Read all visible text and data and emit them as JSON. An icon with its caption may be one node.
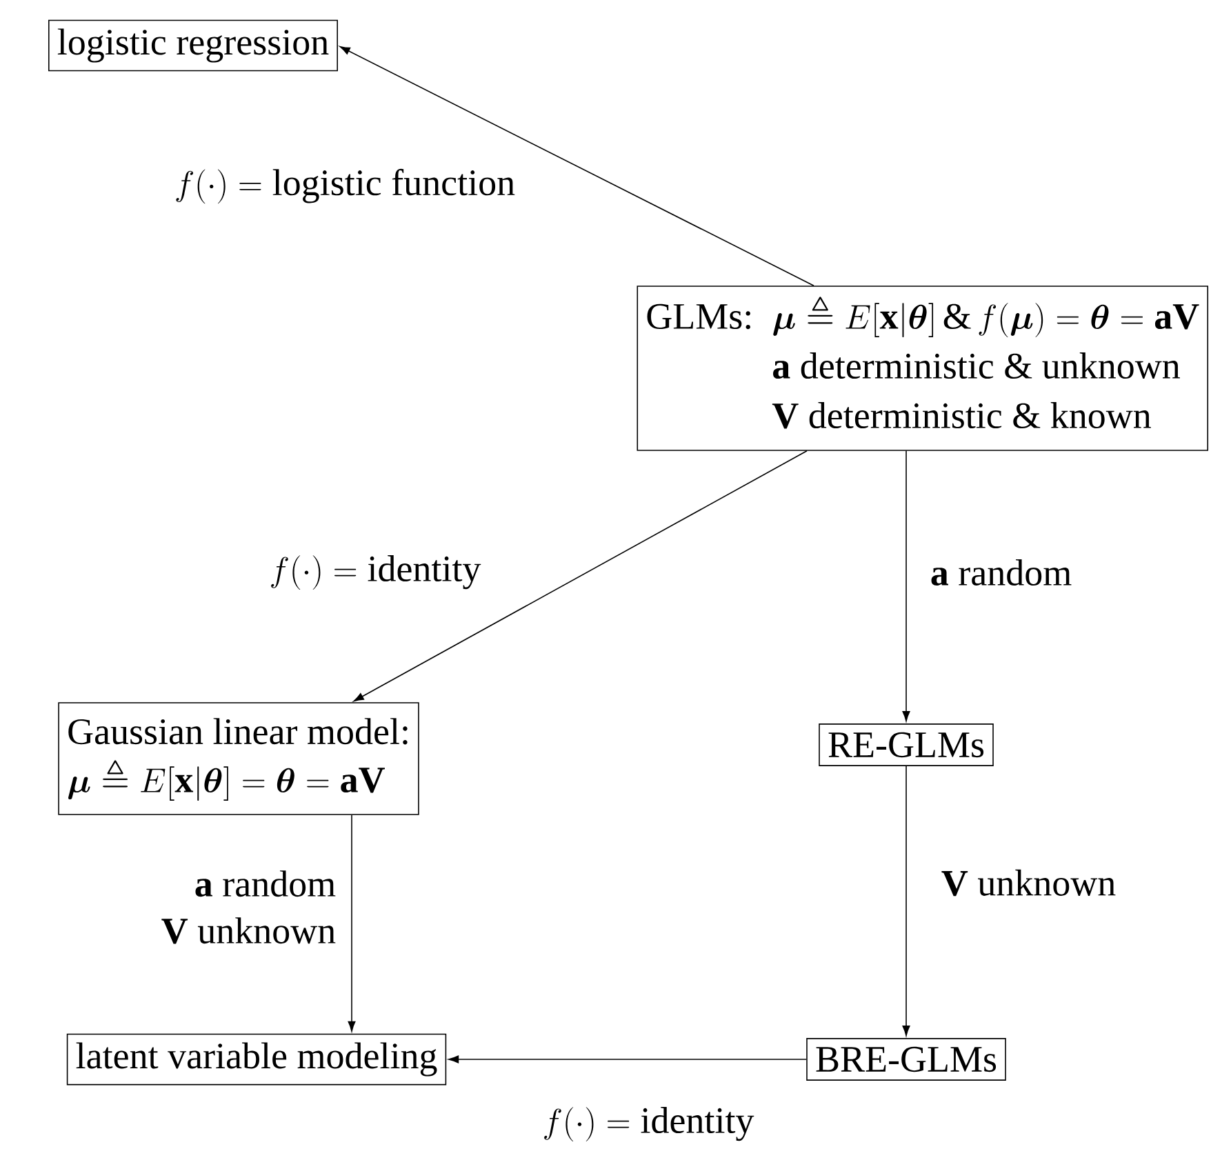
{
  "diagram": {
    "nodes": [
      {
        "text": [
          "logistic regression"
        ]
      },
      {
        "text": [
          "GLMs:",
          "\\boldsymbol{\\mu} \\triangleq E[\\mathbf{x}|\\boldsymbol{\\theta}] \\,\\&\\, f(\\boldsymbol{\\mu}) = \\boldsymbol{\\theta} = \\mathbf{a}\\mathbf{V}",
          "\\mathbf{a}\\text{ deterministic \\& unknown}",
          "\\mathbf{V}\\text{ deterministic \\& known}"
        ]
      },
      {
        "text": [
          "Gaussian linear model:",
          "\\boldsymbol{\\mu} \\triangleq E[\\mathbf{x}|\\boldsymbol{\\theta}] = \\boldsymbol{\\theta} = \\mathbf{a}\\mathbf{V}"
        ]
      },
      {
        "text": [
          "RE-GLMs"
        ]
      },
      {
        "text": [
          "latent variable modeling"
        ]
      },
      {
        "text": [
          "BRE-GLMs"
        ]
      }
    ],
    "edges": [
      {
        "from": 1,
        "to": 0,
        "arrow": "to",
        "label": "f(\\cdot) = \\text{logistic function}"
      },
      {
        "from": 1,
        "to": 2,
        "arrow": "to",
        "label": "f(\\cdot) = \\text{identity}"
      },
      {
        "from": 1,
        "to": 3,
        "arrow": "to",
        "label": "\\mathbf{a}\\text{ random}"
      },
      {
        "from": 2,
        "to": 4,
        "arrow": "to",
        "label": "\\begin{array}{@{}r@{}}\\mathbf{a}\\text{ random}\\\\ \\mathbf{V}\\text{ unknown}\\end{array}"
      },
      {
        "from": 3,
        "to": 5,
        "arrow": "to",
        "label": "\\mathbf{V}\\text{ unknown}"
      },
      {
        "from": 5,
        "to": 4,
        "arrow": "to",
        "label": "f(\\cdot) = \\text{identity}"
      }
    ]
  }
}
